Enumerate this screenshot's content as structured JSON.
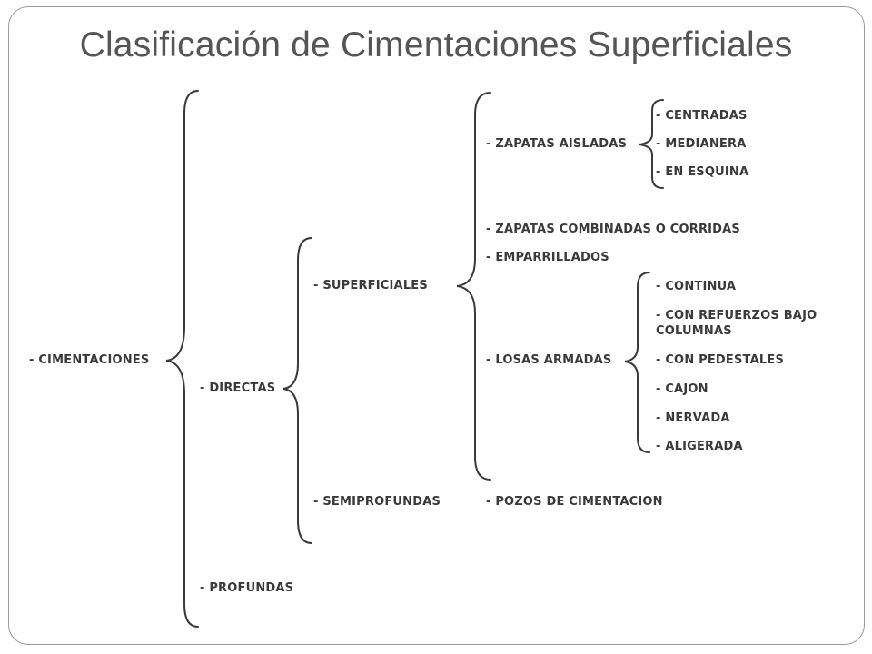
{
  "slide": {
    "title": "Clasificación de Cimentaciones Superficiales"
  },
  "tree": {
    "root": "- CIMENTACIONES",
    "level1": {
      "directas": "- DIRECTAS",
      "profundas": "- PROFUNDAS"
    },
    "level2": {
      "superficiales": "- SUPERFICIALES",
      "semiprofundas": "- SEMIPROFUNDAS"
    },
    "level3": {
      "zapatas_aisladas": "- ZAPATAS AISLADAS",
      "zapatas_combinadas": "- ZAPATAS COMBINADAS O CORRIDAS",
      "emparrillados": "- EMPARRILLADOS",
      "losas_armadas": "- LOSAS ARMADAS",
      "pozos": "- POZOS DE CIMENTACION"
    },
    "zapatas_aisladas_children": [
      "- CENTRADAS",
      "- MEDIANERA",
      "- EN ESQUINA"
    ],
    "losas_armadas_children": [
      "- CONTINUA",
      "- CON REFUERZOS BAJO",
      "COLUMNAS",
      "- CON PEDESTALES",
      "- CAJON",
      "- NERVADA",
      "- ALIGERADA"
    ]
  }
}
